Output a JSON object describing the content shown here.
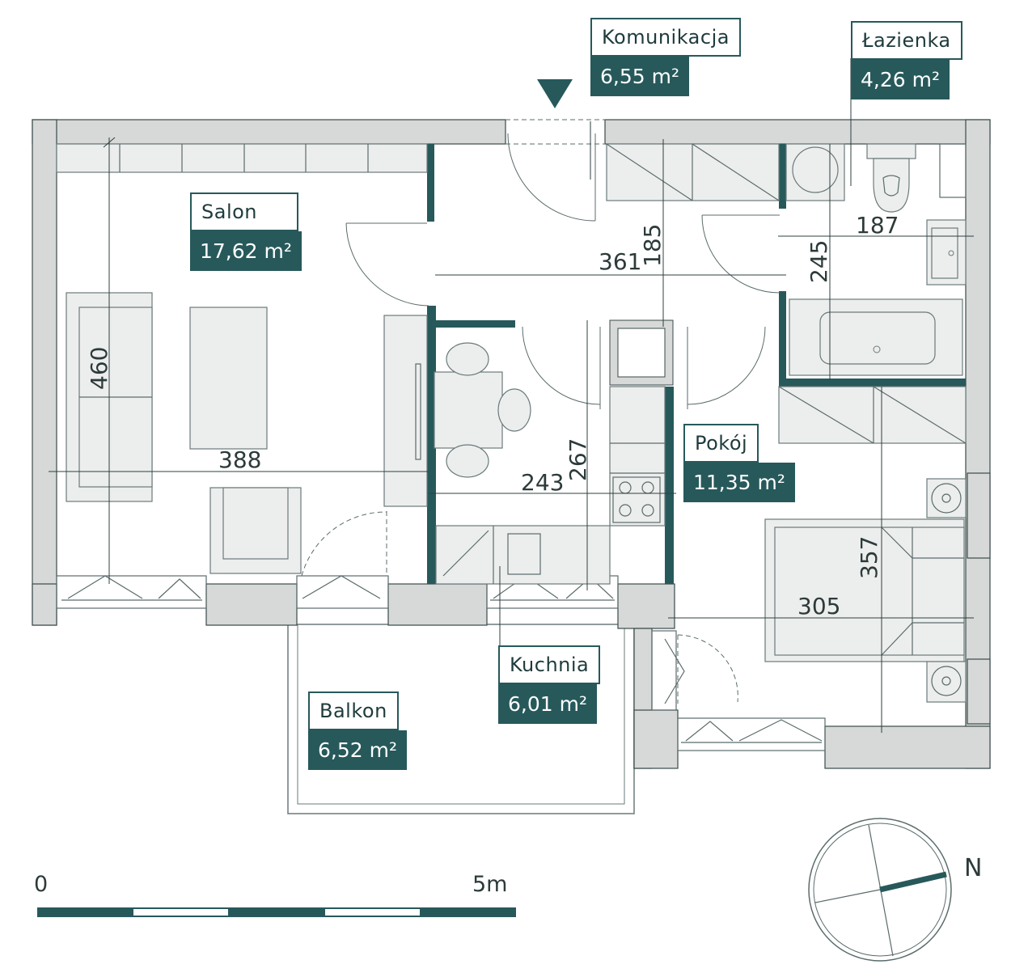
{
  "rooms": {
    "komunikacja": {
      "name": "Komunikacja",
      "area": "6,55 m²"
    },
    "lazienka": {
      "name": "Łazienka",
      "area": "4,26 m²"
    },
    "salon": {
      "name": "Salon",
      "area": "17,62 m²"
    },
    "pokoj": {
      "name": "Pokój",
      "area": "11,35 m²"
    },
    "kuchnia": {
      "name": "Kuchnia",
      "area": "6,01 m²"
    },
    "balkon": {
      "name": "Balkon",
      "area": "6,52 m²"
    }
  },
  "dimensions": {
    "salon_height": "460",
    "salon_width": "388",
    "corridor_width": "361",
    "corridor_height": "185",
    "bath_width": "187",
    "bath_height": "245",
    "kitchen_width": "243",
    "kitchen_height": "267",
    "room_height": "357",
    "room_width": "305"
  },
  "scale": {
    "start": "0",
    "end": "5m"
  },
  "compass": {
    "label": "N"
  },
  "colors": {
    "accent": "#27595b",
    "wall": "#d6d9d8"
  }
}
